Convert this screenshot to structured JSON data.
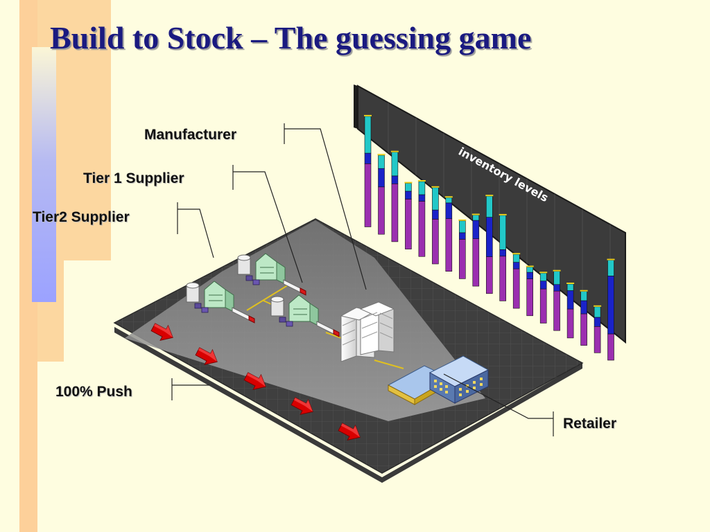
{
  "slide": {
    "title": "Build to Stock – The guessing game"
  },
  "labels": {
    "manufacturer": "Manufacturer",
    "tier1": "Tier 1 Supplier",
    "tier2": "Tier2 Supplier",
    "push": "100% Push",
    "retailer": "Retailer"
  },
  "board": {
    "title": "inventory levels",
    "columns": [
      {
        "magenta": 0.48,
        "blue": 0.08,
        "cyan": 0.28
      },
      {
        "magenta": 0.36,
        "blue": 0.14,
        "cyan": 0.1
      },
      {
        "magenta": 0.44,
        "blue": 0.06,
        "cyan": 0.18
      },
      {
        "magenta": 0.38,
        "blue": 0.06,
        "cyan": 0.06
      },
      {
        "magenta": 0.42,
        "blue": 0.05,
        "cyan": 0.1
      },
      {
        "magenta": 0.34,
        "blue": 0.07,
        "cyan": 0.17
      },
      {
        "magenta": 0.4,
        "blue": 0.12,
        "cyan": 0.04
      },
      {
        "magenta": 0.3,
        "blue": 0.05,
        "cyan": 0.09
      },
      {
        "magenta": 0.36,
        "blue": 0.14,
        "cyan": 0.04
      },
      {
        "magenta": 0.28,
        "blue": 0.3,
        "cyan": 0.16
      },
      {
        "magenta": 0.34,
        "blue": 0.05,
        "cyan": 0.26
      },
      {
        "magenta": 0.3,
        "blue": 0.05,
        "cyan": 0.06
      },
      {
        "magenta": 0.28,
        "blue": 0.05,
        "cyan": 0.04
      },
      {
        "magenta": 0.26,
        "blue": 0.06,
        "cyan": 0.06
      },
      {
        "magenta": 0.3,
        "blue": 0.05,
        "cyan": 0.1
      },
      {
        "magenta": 0.22,
        "blue": 0.14,
        "cyan": 0.05
      },
      {
        "magenta": 0.24,
        "blue": 0.1,
        "cyan": 0.07
      },
      {
        "magenta": 0.2,
        "blue": 0.07,
        "cyan": 0.08
      },
      {
        "magenta": 0.2,
        "blue": 0.44,
        "cyan": 0.12
      }
    ]
  },
  "colors": {
    "title": "#1a1a80",
    "background": "#fefde0",
    "push_arrow": "#e00000",
    "bar_magenta": "#9b2fb0",
    "bar_blue": "#1a23c8",
    "bar_cyan": "#22c8c8"
  }
}
